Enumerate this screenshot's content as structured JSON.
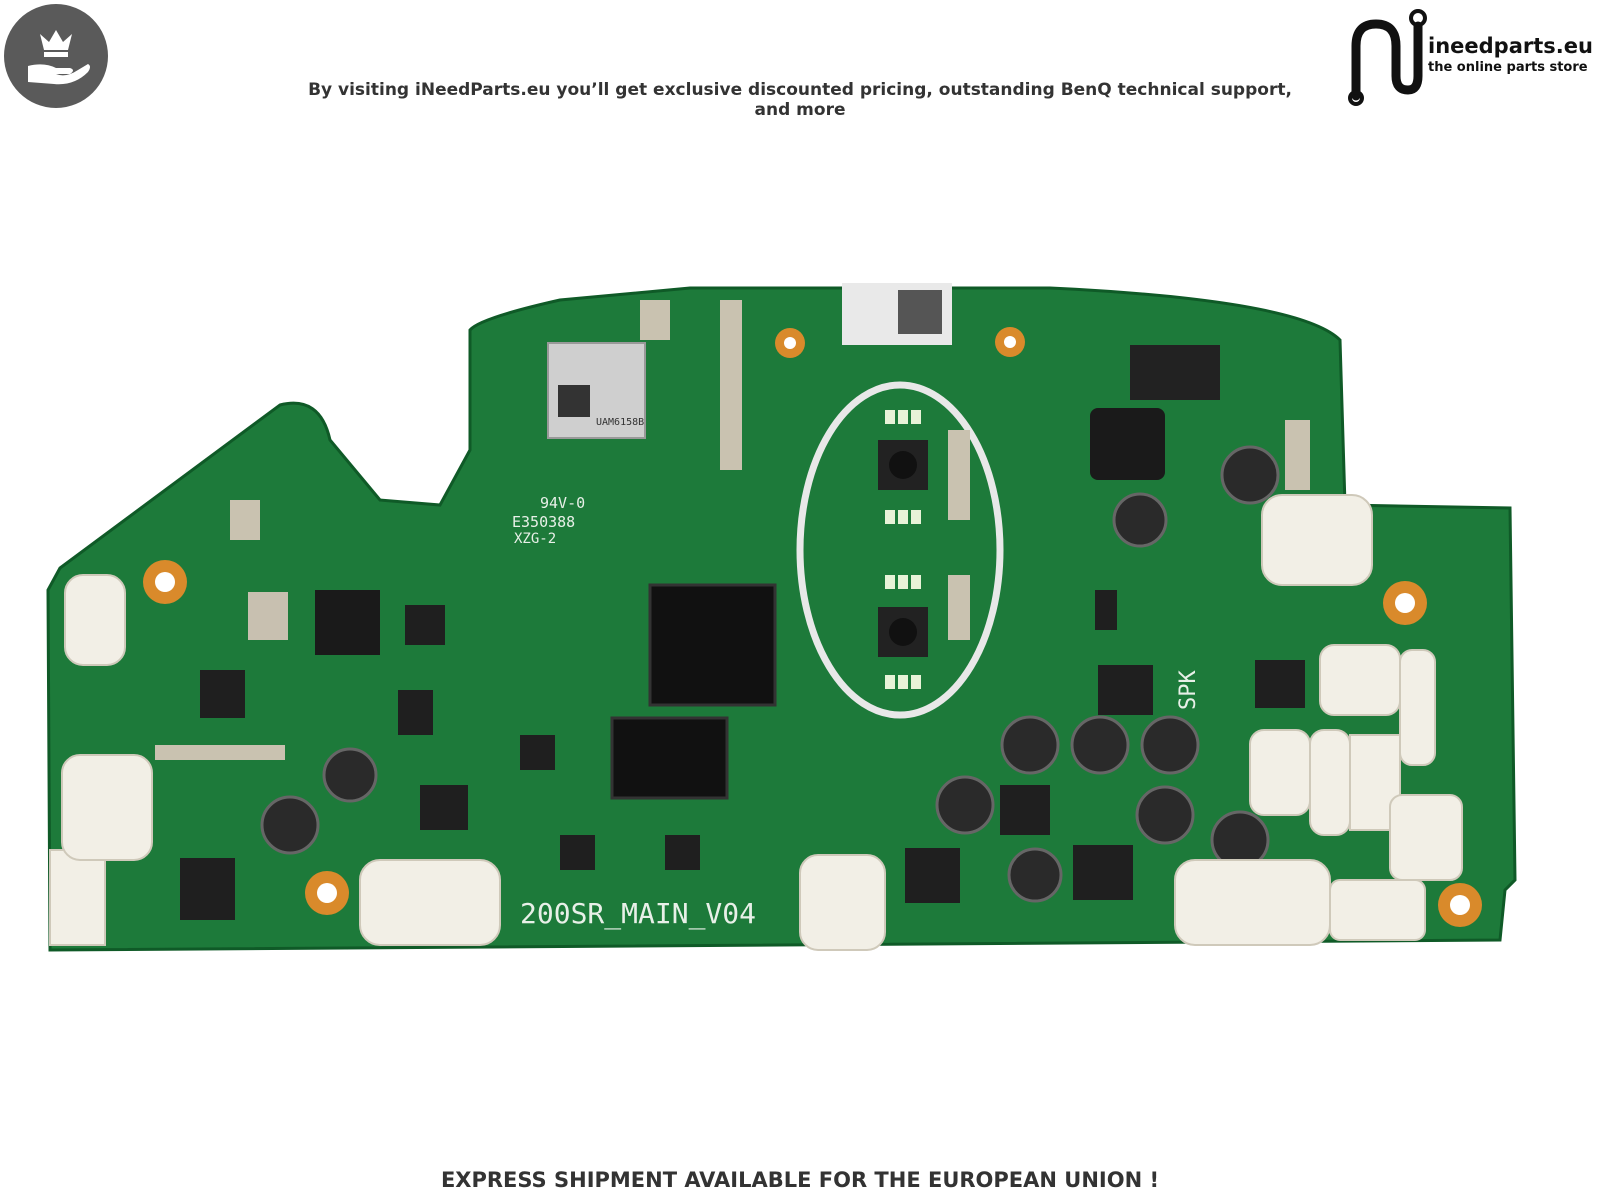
{
  "header": {
    "banner_text": "By visiting iNeedParts.eu you’ll get exclusive discounted pricing, outstanding BenQ technical support, and more",
    "brand_name": "ineedparts.eu",
    "brand_tagline": "the online parts store",
    "badge_icon": "crown-hand-icon"
  },
  "board": {
    "silkscreen_main": "200SR_MAIN_V04",
    "silkscreen_cert": "94V-0",
    "silkscreen_ul": "E350388",
    "silkscreen_xzg": "XZG-2",
    "silkscreen_spk": "SPK",
    "module_label": "UAM6158B",
    "colors": {
      "pcb": "#1d7a3a",
      "pcb_dark": "#0f5a27",
      "pad": "#d98a2b",
      "white_conn": "#f2efe6"
    }
  },
  "footer": {
    "shipping_text": "EXPRESS SHIPMENT AVAILABLE FOR THE EUROPEAN UNION !"
  }
}
